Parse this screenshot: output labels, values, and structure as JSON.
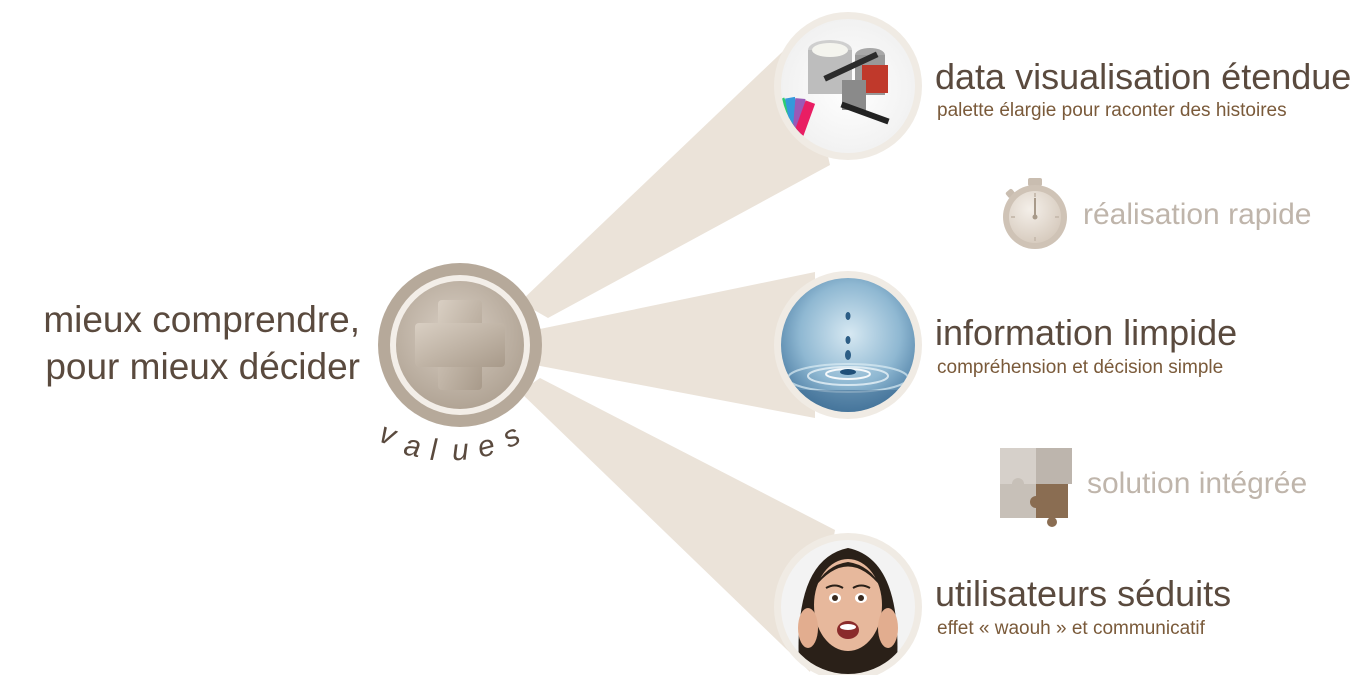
{
  "tagline": {
    "line1": "mieux comprendre,",
    "line2": "pour mieux décider"
  },
  "hub": {
    "label_letters": [
      "v",
      "a",
      "l",
      "u",
      "e",
      "s"
    ],
    "icon": "plus-icon"
  },
  "items": [
    {
      "title": "data visualisation étendue",
      "subtitle": "palette élargie pour raconter des histoires",
      "image": "paint-palette-photo"
    },
    {
      "title": "information limpide",
      "subtitle": "compréhension et décision simple",
      "image": "water-drop-photo"
    },
    {
      "title": "utilisateurs séduits",
      "subtitle": "effet « waouh » et communicatif",
      "image": "surprised-woman-photo"
    }
  ],
  "secondary": [
    {
      "label": "réalisation rapide",
      "icon": "stopwatch-icon"
    },
    {
      "label": "solution intégrée",
      "icon": "puzzle-icon"
    }
  ],
  "colors": {
    "beam": "#ebe3d9",
    "text_dark": "#5a4a3e",
    "text_sub": "#7a5a3a",
    "text_muted": "#bfb5ab",
    "hub": "#b6a99a"
  }
}
